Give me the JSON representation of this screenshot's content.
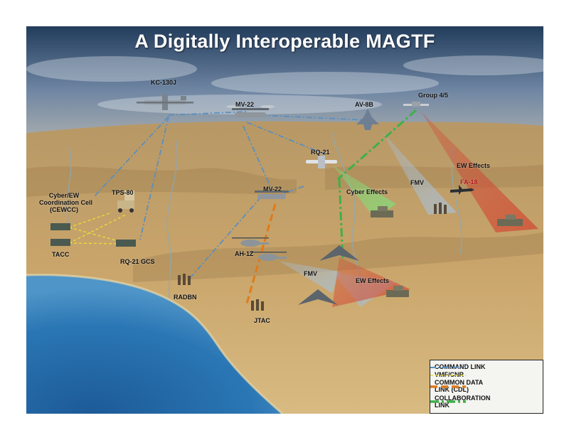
{
  "title": "A Digitally Interoperable MAGTF",
  "labels": {
    "kc130j": "KC-130J",
    "mv22_top": "MV-22",
    "av8b": "AV-8B",
    "group45": "Group 4/5",
    "rq21": "RQ-21",
    "ew_effects_upper": "EW Effects",
    "fa18": "FA-18",
    "fmv_right": "FMV",
    "cyber_effects": "Cyber Effects",
    "mv22_mid": "MV-22",
    "tps80": "TPS-80",
    "cewcc_line1": "Cyber/EW",
    "cewcc_line2": "Coordination Cell",
    "cewcc_line3": "(CEWCC)",
    "tacc": "TACC",
    "rq21_gcs": "RQ-21 GCS",
    "ah1z": "AH-1Z",
    "fmv_lower": "FMV",
    "ew_effects_lower": "EW Effects",
    "radbn": "RADBN",
    "jtac": "JTAC"
  },
  "legend": {
    "command_link": "COMMAND LINK",
    "vmf_cnr": "VMF/CNR",
    "cdl_line1": "COMMON DATA",
    "cdl_line2": "LINK (CDL)",
    "collab_line1": "COLLABORATION",
    "collab_line2": "LINK"
  },
  "colors": {
    "command_link": "#5a8fc0",
    "vmf_cnr": "#e8dc3a",
    "cdl": "#e07a1a",
    "collaboration": "#3fb04a",
    "ew_beam": "#d43a2a",
    "fmv_beam": "#9ab0c4",
    "cyber_beam": "#6fd06a",
    "sky_top": "#2c4a6e",
    "water": "#2a6aa8",
    "terrain": "#c9a56b"
  },
  "icons": [
    "aircraft-icon",
    "tiltrotor-icon",
    "jet-icon",
    "drone-icon",
    "helicopter-icon",
    "vehicle-icon",
    "tank-icon",
    "radar-icon",
    "soldiers-icon",
    "stealth-drone-icon"
  ]
}
